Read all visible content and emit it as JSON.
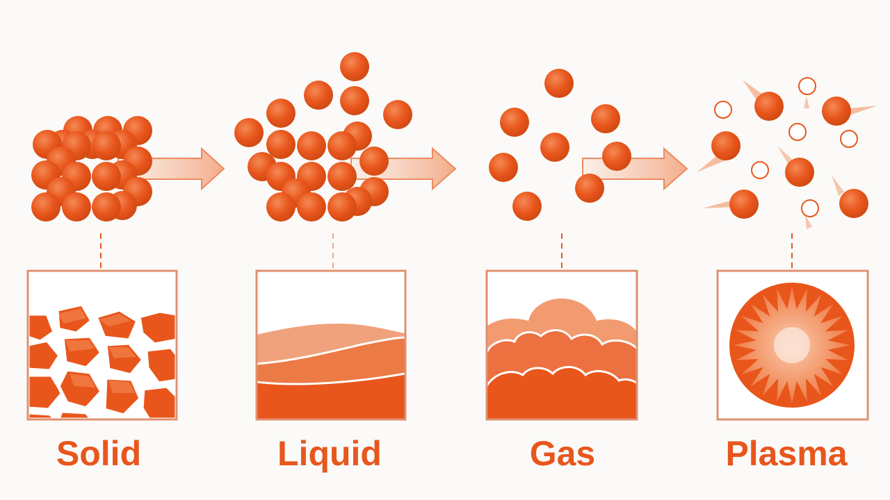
{
  "colors": {
    "accent": "#e8561c",
    "accent_light": "#f08a5a",
    "accent_pale": "#f4b79a",
    "background": "#fbfaf8",
    "box_border": "#e09070"
  },
  "states": [
    {
      "label": "Solid",
      "icon": "crystal-lattice-icon"
    },
    {
      "label": "Liquid",
      "icon": "liquid-wave-icon"
    },
    {
      "label": "Gas",
      "icon": "gas-cloud-icon"
    },
    {
      "label": "Plasma",
      "icon": "plasma-starburst-icon"
    }
  ]
}
